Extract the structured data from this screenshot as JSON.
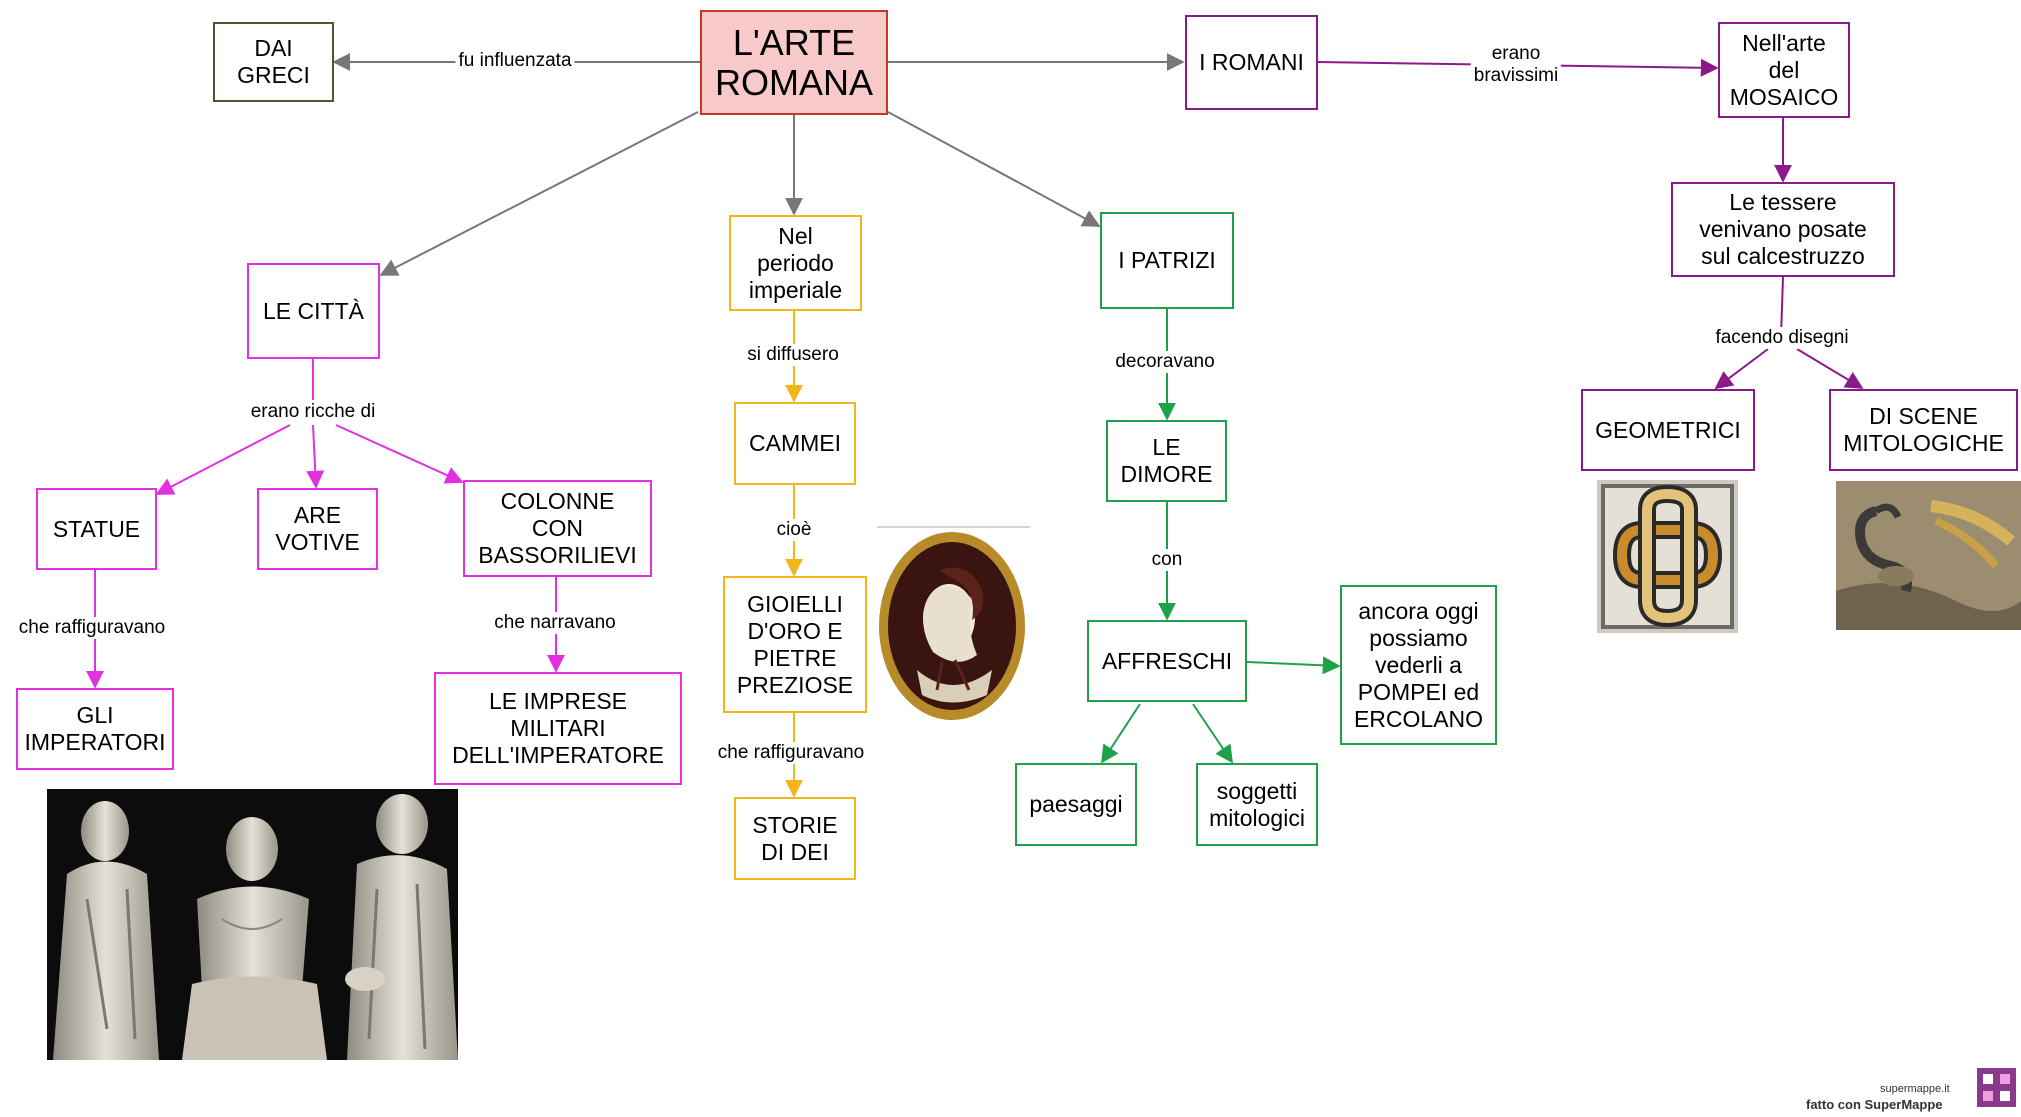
{
  "colors": {
    "grey": "#777777",
    "root_border": "#c0392b",
    "root_fill": "#f7c9c9",
    "olive": "#5a4f2e",
    "magenta": "#e030e0",
    "orange": "#f2b51a",
    "green": "#1fa04a",
    "purple": "#8a1a8a"
  },
  "nodes": {
    "root": "L'ARTE\nROMANA",
    "greci": "DAI\nGRECI",
    "romani": "I ROMANI",
    "mosaico": "Nell'arte\ndel\nMOSAICO",
    "tessere": "Le tessere\nvenivano posate\nsul calcestruzzo",
    "geometrici": "GEOMETRICI",
    "scene": "DI SCENE\nMITOLOGICHE",
    "citta": "LE CITTÀ",
    "statue": "STATUE",
    "are": "ARE\nVOTIVE",
    "colonne": "COLONNE\nCON\nBASSORILIEVI",
    "imperatori": "GLI\nIMPERATORI",
    "imprese": "LE IMPRESE\nMILITARI\nDELL'IMPERATORE",
    "periodo": "Nel\nperiodo\nimperiale",
    "cammei": "CAMMEI",
    "gioielli": "GIOIELLI\nD'ORO E\nPIETRE\nPREZIOSE",
    "storie": "STORIE\nDI DEI",
    "patrizi": "I PATRIZI",
    "dimore": "LE\nDIMORE",
    "affreschi": "AFFRESCHI",
    "ancora": "ancora oggi\npossiamo\nvederli a\nPOMPEI ed\nERCOLANO",
    "paesaggi": "paesaggi",
    "soggetti": "soggetti\nmitologici"
  },
  "links": {
    "fu_influenzata": "fu influenzata",
    "erano_bravissimi": "erano\nbravissimi",
    "facendo_disegni": "facendo disegni",
    "erano_ricche_di": "erano ricche di",
    "che_raffiguravano_statue": "che raffiguravano",
    "che_narravano": "che narravano",
    "si_diffusero": "si diffusero",
    "cioe": "cioè",
    "che_raffiguravano_gioielli": "che raffiguravano",
    "decoravano": "decoravano",
    "con": "con"
  },
  "images": {
    "statues_icon": "statues-photo",
    "cameo_icon": "cameo-photo",
    "knot_icon": "knot-mosaic-photo",
    "bird_icon": "mythological-mosaic-photo"
  },
  "footer": {
    "site": "supermappe.it",
    "made_with": "fatto con SuperMappe"
  }
}
